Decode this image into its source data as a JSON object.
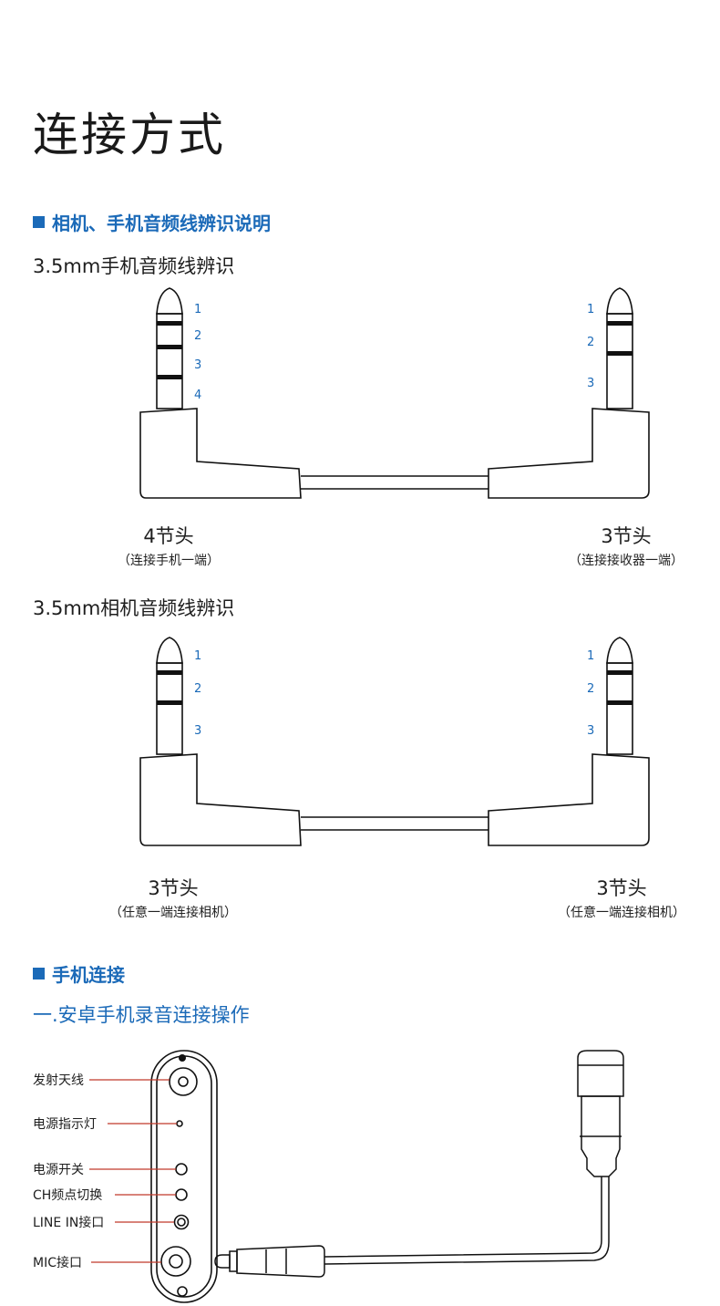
{
  "page_title": "连接方式",
  "section1": {
    "heading": "相机、手机音频线辨识说明",
    "phone_cable": {
      "subtitle": "3.5mm手机音频线辨识",
      "left_numbers": [
        "1",
        "2",
        "3",
        "4"
      ],
      "right_numbers": [
        "1",
        "2",
        "3"
      ],
      "left_label": "4节头",
      "left_note": "（连接手机一端）",
      "right_label": "3节头",
      "right_note": "（连接接收器一端）"
    },
    "camera_cable": {
      "subtitle": "3.5mm相机音频线辨识",
      "left_numbers": [
        "1",
        "2",
        "3"
      ],
      "right_numbers": [
        "1",
        "2",
        "3"
      ],
      "left_label": "3节头",
      "left_note": "（任意一端连接相机）",
      "right_label": "3节头",
      "right_note": "（任意一端连接相机）"
    }
  },
  "section2": {
    "heading": "手机连接",
    "subtitle": "一.安卓手机录音连接操作",
    "device_labels": [
      "发射天线",
      "电源指示灯",
      "电源开关",
      "CH频点切换",
      "LINE IN接口",
      "MIC接口"
    ]
  },
  "colors": {
    "accent": "#1b6ab8",
    "leader_line": "#c0392b",
    "outline": "#111111"
  }
}
